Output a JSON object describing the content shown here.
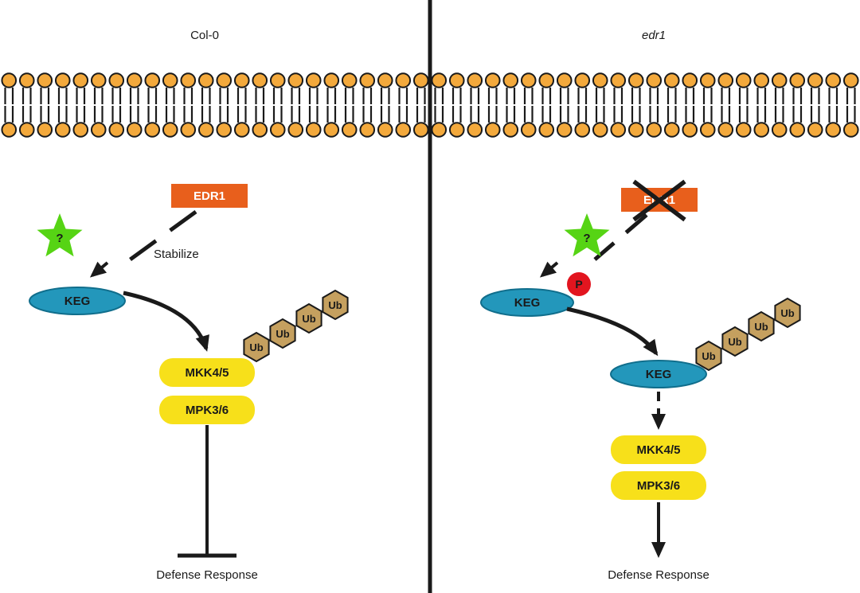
{
  "figure": {
    "left_title": "Col-0",
    "right_title": "edr1"
  },
  "left": {
    "edr1": "EDR1",
    "stabilize": "Stabilize",
    "question": "?",
    "keg": "KEG",
    "mkk": "MKK4/5",
    "mpk": "MPK3/6",
    "ub": "Ub",
    "defense": "Defense Response"
  },
  "right": {
    "edr1": "EDR1",
    "question": "?",
    "keg_upper": "KEG",
    "phospho": "P",
    "keg_lower": "KEG",
    "mkk": "MKK4/5",
    "mpk": "MPK3/6",
    "ub": "Ub",
    "defense": "Defense Response"
  },
  "colors": {
    "edr1_box": "#E85F1C",
    "kinase_box": "#F7E01A",
    "keg": "#2397BB",
    "star": "#56D414",
    "ub": "#C5A05F",
    "phospho": "#E2151F",
    "membrane_head": "#F3A93C",
    "line": "#1A1A1A"
  }
}
